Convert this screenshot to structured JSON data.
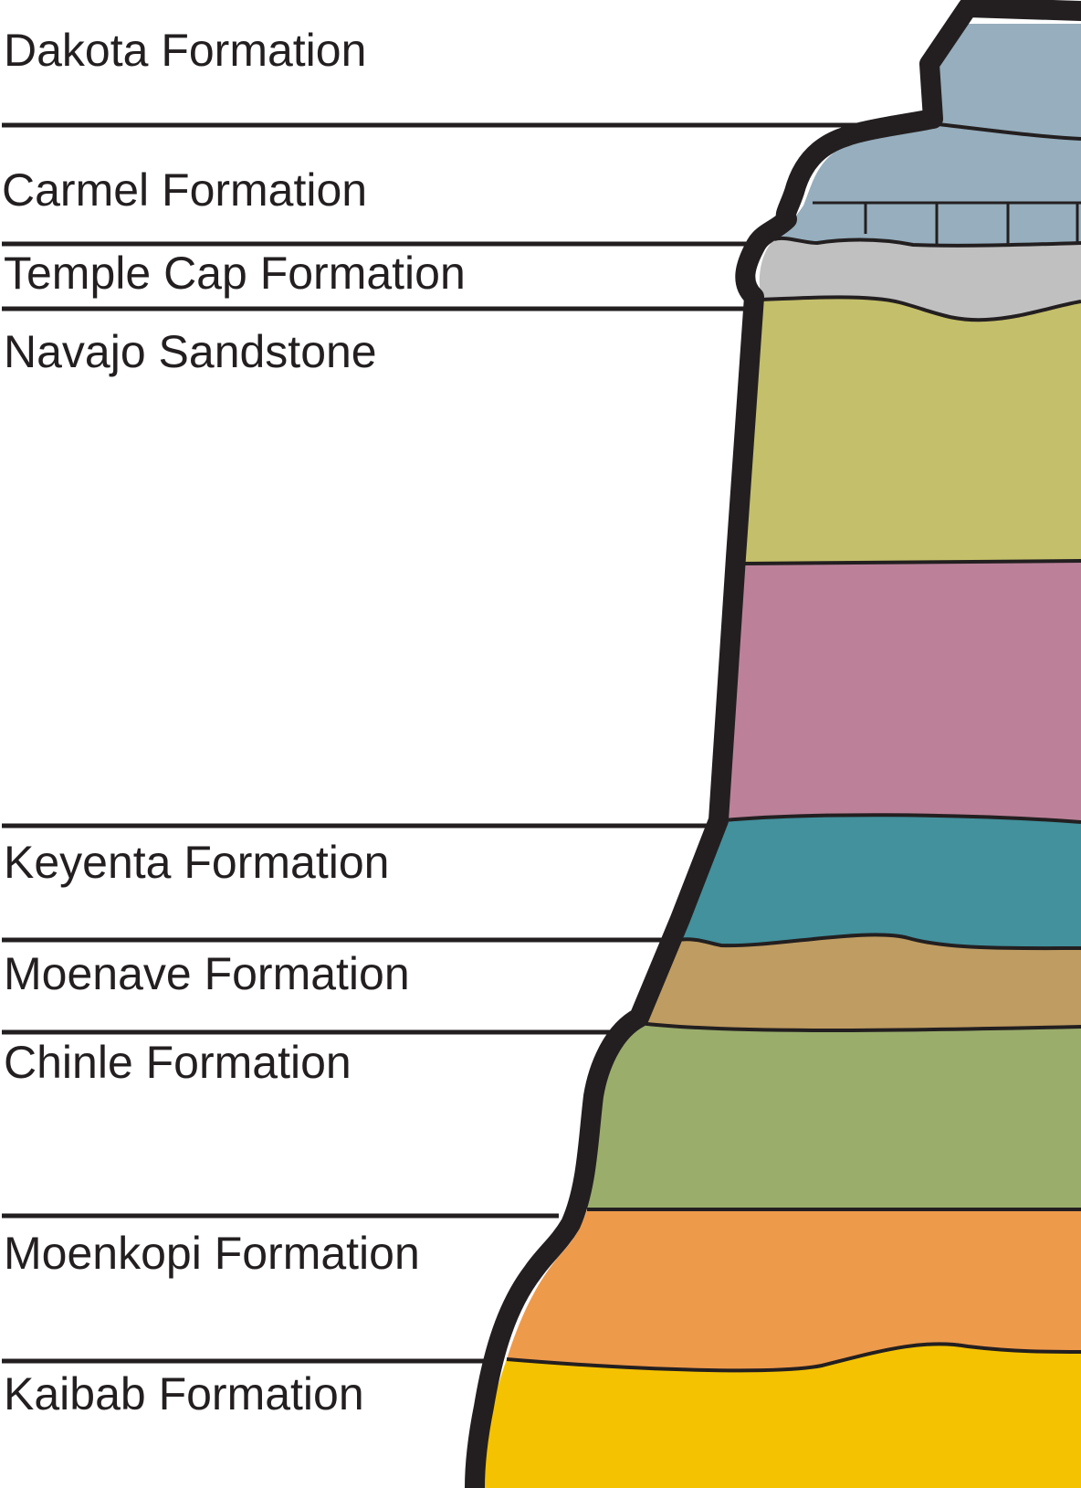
{
  "diagram": {
    "layers": [
      {
        "key": "dakota",
        "name": "Dakota Formation",
        "color": "#96aebd"
      },
      {
        "key": "carmel",
        "name": "Carmel Formation",
        "color": "#96aebd"
      },
      {
        "key": "templecap",
        "name": "Temple Cap Formation",
        "color": "#c0c0c0"
      },
      {
        "key": "navajo",
        "name": "Navajo Sandstone",
        "color": "#c4bf6a"
      },
      {
        "key": "navajo_lower",
        "name": "",
        "color": "#bc8199"
      },
      {
        "key": "keyenta",
        "name": "Keyenta Formation",
        "color": "#42919d"
      },
      {
        "key": "moenave",
        "name": "Moenave Formation",
        "color": "#bf9c61"
      },
      {
        "key": "chinle",
        "name": "Chinle Formation",
        "color": "#9aad6b"
      },
      {
        "key": "moenkopi",
        "name": "Moenkopi Formation",
        "color": "#ee9a4b"
      },
      {
        "key": "kaibab",
        "name": "Kaibab Formation",
        "color": "#f5c202"
      }
    ],
    "outline_color": "#231f20"
  }
}
